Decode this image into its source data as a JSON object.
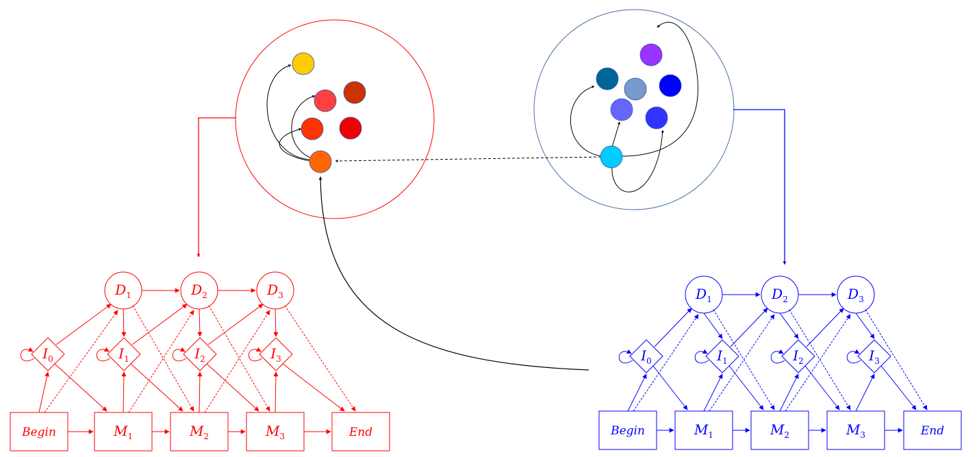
{
  "colors": {
    "red_model": "#ff0000",
    "blue_model": "#0000ff",
    "red_cluster_outline": "#ff0000",
    "blue_cluster_outline": "#4a6fa5",
    "connector": "#000000"
  },
  "red_model": {
    "begin": "Begin",
    "end": "End",
    "insert": [
      {
        "sym": "I",
        "sub": "0"
      },
      {
        "sym": "I",
        "sub": "1"
      },
      {
        "sym": "I",
        "sub": "2"
      },
      {
        "sym": "I",
        "sub": "3"
      }
    ],
    "match": [
      {
        "sym": "M",
        "sub": "1"
      },
      {
        "sym": "M",
        "sub": "2"
      },
      {
        "sym": "M",
        "sub": "3"
      }
    ],
    "delete": [
      {
        "sym": "D",
        "sub": "1"
      },
      {
        "sym": "D",
        "sub": "2"
      },
      {
        "sym": "D",
        "sub": "3"
      }
    ]
  },
  "blue_model": {
    "begin": "Begin",
    "end": "End",
    "insert": [
      {
        "sym": "I",
        "sub": "0"
      },
      {
        "sym": "I",
        "sub": "1"
      },
      {
        "sym": "I",
        "sub": "2"
      },
      {
        "sym": "I",
        "sub": "3"
      }
    ],
    "match": [
      {
        "sym": "M",
        "sub": "1"
      },
      {
        "sym": "M",
        "sub": "2"
      },
      {
        "sym": "M",
        "sub": "3"
      }
    ],
    "delete": [
      {
        "sym": "D",
        "sub": "1"
      },
      {
        "sym": "D",
        "sub": "2"
      },
      {
        "sym": "D",
        "sub": "3"
      }
    ]
  },
  "red_cluster": {
    "points": [
      {
        "color": "#ffcc00"
      },
      {
        "color": "#ff4040"
      },
      {
        "color": "#cc3300"
      },
      {
        "color": "#ff3300"
      },
      {
        "color": "#ee0000"
      },
      {
        "color": "#ff6600"
      }
    ]
  },
  "blue_cluster": {
    "points": [
      {
        "color": "#9933ff"
      },
      {
        "color": "#006699"
      },
      {
        "color": "#7799cc"
      },
      {
        "color": "#0000ff"
      },
      {
        "color": "#6666ff"
      },
      {
        "color": "#3333ff"
      },
      {
        "color": "#00ccff"
      }
    ]
  }
}
